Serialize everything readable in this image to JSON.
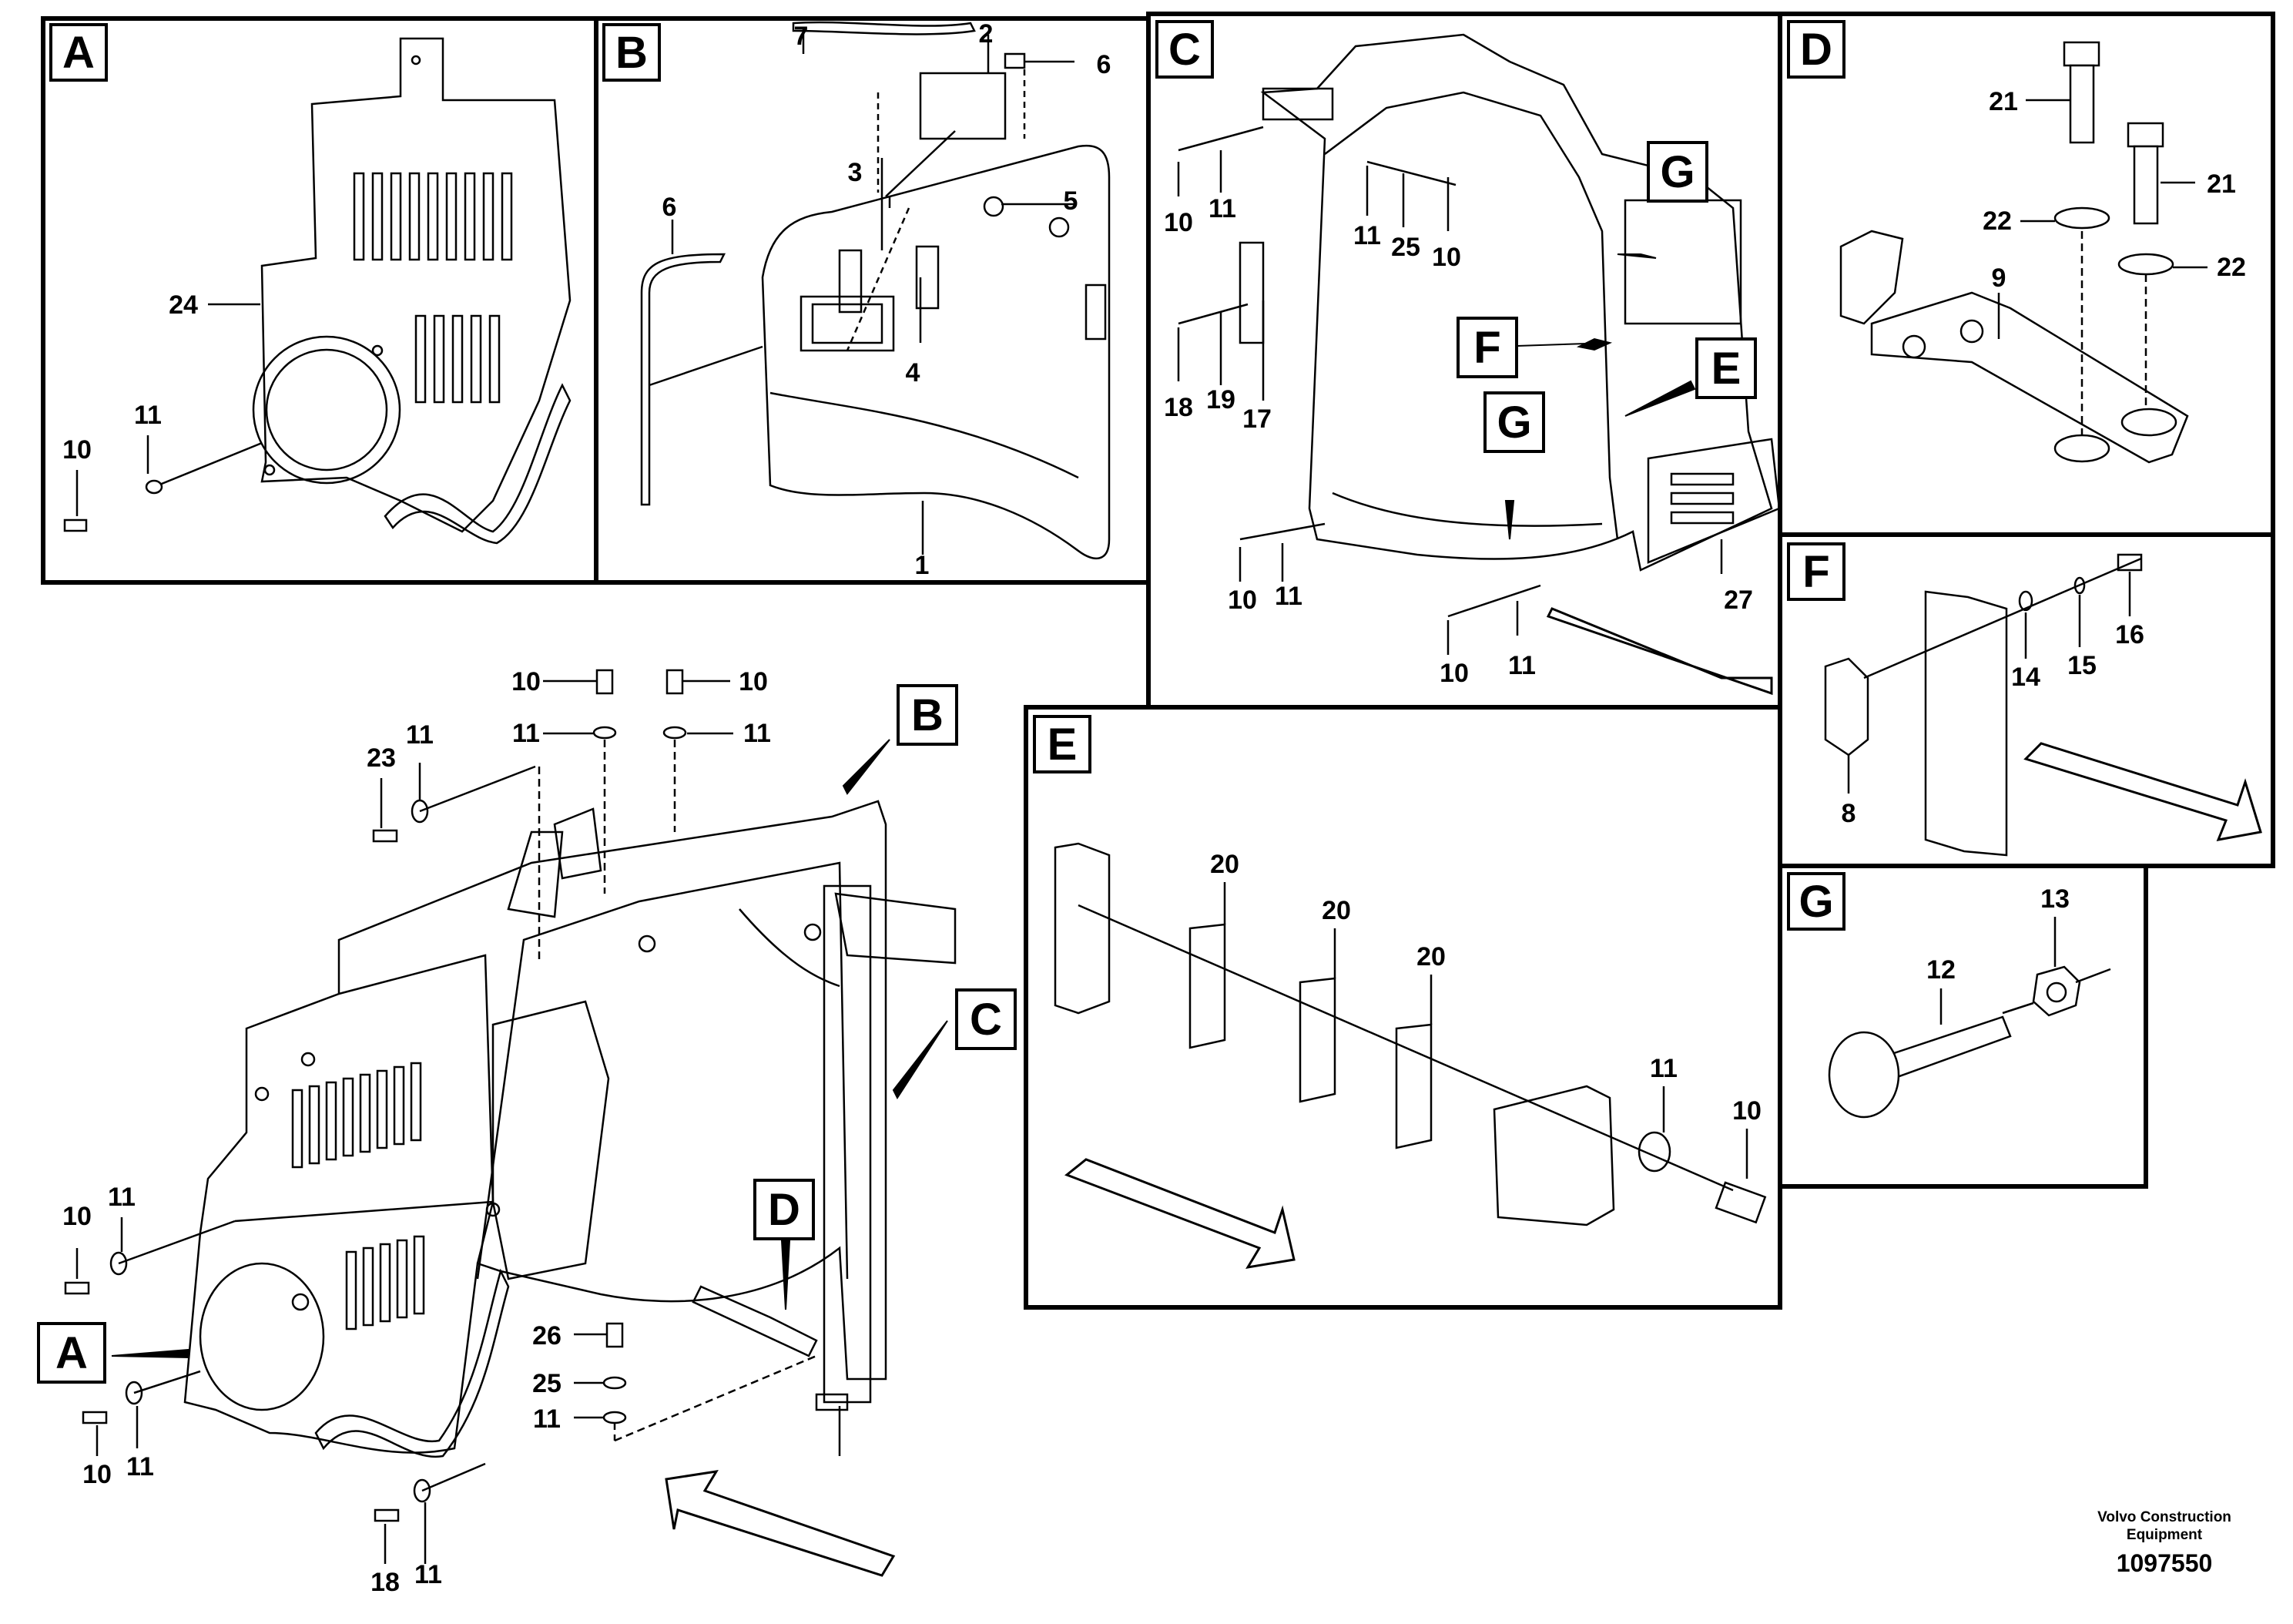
{
  "panels": {
    "A": {
      "tag": "A",
      "labels": {
        "p24": "24",
        "p11": "11",
        "p10": "10"
      }
    },
    "B": {
      "tag": "B",
      "labels": {
        "p7": "7",
        "p2": "2",
        "p6a": "6",
        "p6b": "6",
        "p3": "3",
        "p5": "5",
        "p4": "4",
        "p1": "1"
      }
    },
    "C": {
      "tag": "C",
      "labels": {
        "p10a": "10",
        "p11a": "11",
        "p11b": "11",
        "p25": "25",
        "p10b": "10",
        "p18": "18",
        "p19": "19",
        "p17": "17",
        "p10c": "10",
        "p11c": "11",
        "p10d": "10",
        "p11d": "11",
        "p27": "27"
      },
      "callouts": {
        "F": "F",
        "E": "E",
        "G1": "G",
        "G2": "G"
      }
    },
    "D": {
      "tag": "D",
      "labels": {
        "p21a": "21",
        "p21b": "21",
        "p22a": "22",
        "p22b": "22",
        "p9": "9"
      }
    },
    "E": {
      "tag": "E",
      "labels": {
        "p20a": "20",
        "p20b": "20",
        "p20c": "20",
        "p11": "11",
        "p10": "10"
      }
    },
    "F": {
      "tag": "F",
      "labels": {
        "p14": "14",
        "p15": "15",
        "p16": "16",
        "p8": "8"
      }
    },
    "G": {
      "tag": "G",
      "labels": {
        "p12": "12",
        "p13": "13"
      }
    }
  },
  "main": {
    "callouts": {
      "A": "A",
      "B": "B",
      "C": "C",
      "D": "D"
    },
    "labels": {
      "t10a": "10",
      "t10b": "10",
      "t11a": "11",
      "t11b": "11",
      "t23": "23",
      "t11c": "11",
      "l10a": "10",
      "l11a": "11",
      "l10b": "10",
      "l11b": "11",
      "b18": "18",
      "b11": "11",
      "d26": "26",
      "d25": "25",
      "d11": "11"
    }
  },
  "footer": {
    "brand_line1": "Volvo Construction",
    "brand_line2": "Equipment",
    "part_number": "1097550"
  }
}
